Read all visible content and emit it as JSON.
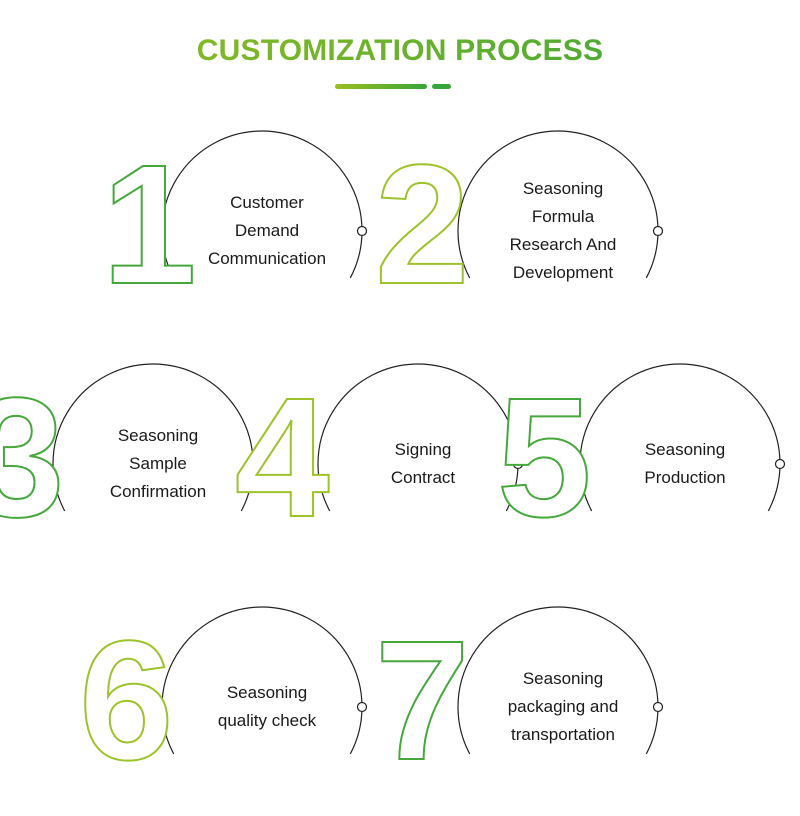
{
  "title": "CUSTOMIZATION PROCESS",
  "colors": {
    "title_start": "#9bbf1f",
    "title_end": "#38a43a",
    "number_stroke_top": "#46a83c",
    "number_stroke_bottom": "#9cc32a",
    "ring": "#222222"
  },
  "steps": [
    {
      "number": "1",
      "lines": [
        "Customer",
        "Demand",
        "Communication"
      ]
    },
    {
      "number": "2",
      "lines": [
        "Seasoning",
        "Formula",
        "Research And",
        "Development"
      ]
    },
    {
      "number": "3",
      "lines": [
        "Seasoning",
        "Sample",
        "Confirmation"
      ]
    },
    {
      "number": "4",
      "lines": [
        "Signing",
        "Contract"
      ]
    },
    {
      "number": "5",
      "lines": [
        "Seasoning",
        "Production"
      ]
    },
    {
      "number": "6",
      "lines": [
        "Seasoning",
        "quality check"
      ]
    },
    {
      "number": "7",
      "lines": [
        "Seasoning",
        "packaging and",
        "transportation"
      ]
    }
  ]
}
